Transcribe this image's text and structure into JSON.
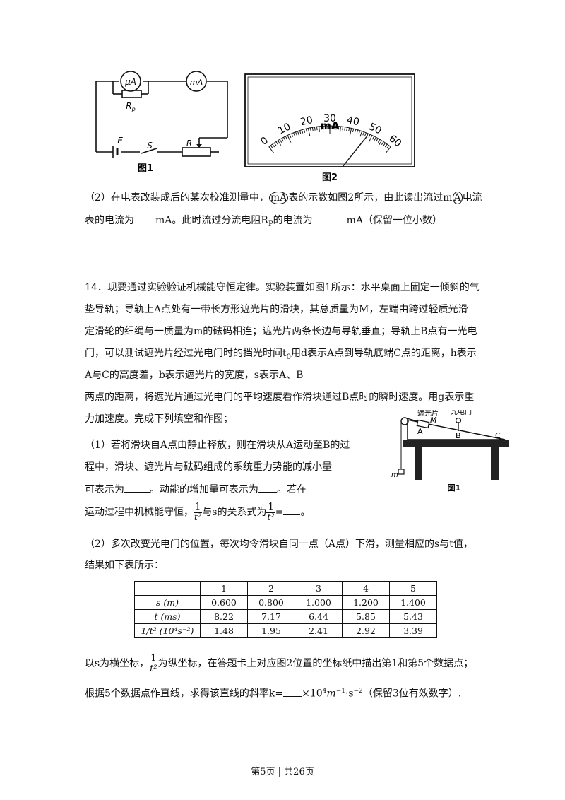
{
  "fig1": {
    "label_ua": "μA",
    "label_ma": "mA",
    "label_rp": "R",
    "label_rp_sub": "p",
    "label_e": "E",
    "label_s": "S",
    "label_r": "R",
    "caption": "图1"
  },
  "fig2": {
    "ticks": [
      "0",
      "10",
      "20",
      "30",
      "40",
      "50",
      "60"
    ],
    "unit": "mA",
    "caption": "图2",
    "needle_value": 48
  },
  "q13_2": {
    "line1_a": "（2）在电表改装成后的某次校准测量中，",
    "line1_circ1": "mA",
    "line1_b": "表的示数如图2所示，由此读出流过",
    "line1_m": "m",
    "line1_circ2": "A",
    "line1_c": "电流",
    "line2_a": "表的电流为",
    "line2_b": "mA。此时流过分流电阻R",
    "line2_sub": "P",
    "line2_c": "的电流为",
    "line2_d": "mA（保留一位小数）"
  },
  "q14": {
    "l1": "14．现要通过实验验证机械能守恒定律。实验装置如图1所示：水平桌面上固定一倾斜的气",
    "l2": "垫导轨；导轨上A点处有一带长方形遮光片的滑块，其总质量为M，左端由跨过轻质光滑",
    "l3": "定滑轮的细绳与一质量为m的砝码相连；遮光片两条长边与导轨垂直；导轨上B点有一光电",
    "l4a": "门，可以测试遮光片经过光电门时的挡光时间t",
    "l4sub": "0",
    "l4b": "用d表示A点到导轨底端C点的距离，h表示",
    "l5": "A与C的高度差，b表示遮光片的宽度，s表示A、B",
    "l6": "两点的距离，将遮光片通过光电门的平均速度看作滑块通过B点时的瞬时速度。用g表示重",
    "l7": "力加速度。完成下列填空和作图；",
    "p1_l1": "（1）若将滑块自A点由静止释放，则在滑块从A运动至B的过",
    "p1_l2": "程中，滑块、遮光片与砝码组成的系统重力势能的减小量",
    "p1_l3a": "可表示为",
    "p1_l3b": "。动能的增加量可表示为",
    "p1_l3c": "。若在",
    "p1_l4a": "运动过程中机械能守恒，",
    "p1_l4b": "与s的关系式为",
    "p1_l4c": "=",
    "p1_l4d": "。",
    "frac_num": "1",
    "frac_den": "t²",
    "p2_l1": "（2）多次改变光电门的位置，每次均令滑块自同一点（A点）下滑，测量相应的s与t值，",
    "p2_l2": "结果如下表所示：",
    "after1a": "以s为横坐标，",
    "after1b": "为纵坐标，在答题卡上对应图2位置的坐标纸中描出第1和第5个数据点；",
    "after2a": "根据5个数据点作直线，求得该直线的斜率k=",
    "after2b": "×10",
    "after2sup": "4",
    "after2c": "m",
    "after2sup2": "−1",
    "after2d": "·s",
    "after2sup3": "−2",
    "after2e": "（保留3位有效数字）."
  },
  "apparatus": {
    "label_shade": "遮光片",
    "label_gate": "光电门",
    "label_a": "A",
    "label_m_big": "M",
    "label_b": "B",
    "label_c": "C",
    "label_m_small": "m",
    "caption": "图1"
  },
  "table": {
    "header": [
      "",
      "1",
      "2",
      "3",
      "4",
      "5"
    ],
    "rows": [
      [
        "s (m)",
        "0.600",
        "0.800",
        "1.000",
        "1.200",
        "1.400"
      ],
      [
        "t (ms)",
        "8.22",
        "7.17",
        "6.44",
        "5.85",
        "5.43"
      ],
      [
        "1/t² (10⁴s⁻²)",
        "1.48",
        "1.95",
        "2.41",
        "2.92",
        "3.39"
      ]
    ]
  },
  "footer": "第5页 | 共26页"
}
